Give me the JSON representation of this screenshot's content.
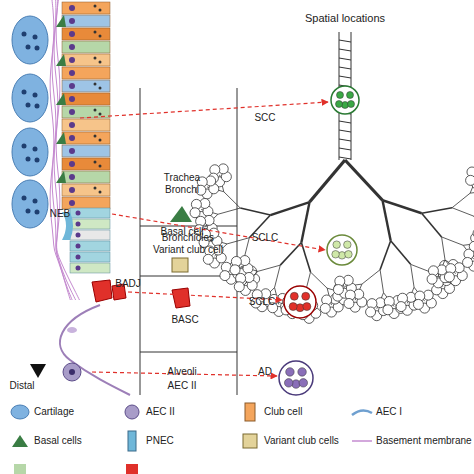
{
  "diagram": {
    "labels": [
      "Spatial locations",
      "SCC",
      "Trachea Bronchi",
      "Basal cell",
      "NEB",
      "Bronchioles",
      "Variant club cell",
      "SCLC",
      "BADJ",
      "SCLC",
      "BASC",
      "AD",
      "Alveoli",
      "AEC II",
      "Distal"
    ],
    "legend": [
      {
        "text": "Cartilage"
      },
      {
        "text": "AEC II"
      },
      {
        "text": "Club cell"
      },
      {
        "text": "AEC I"
      },
      {
        "text": "Basal cells"
      },
      {
        "text": "PNEC"
      },
      {
        "text": "Variant club cells"
      },
      {
        "text": "Basement membrane"
      }
    ]
  }
}
